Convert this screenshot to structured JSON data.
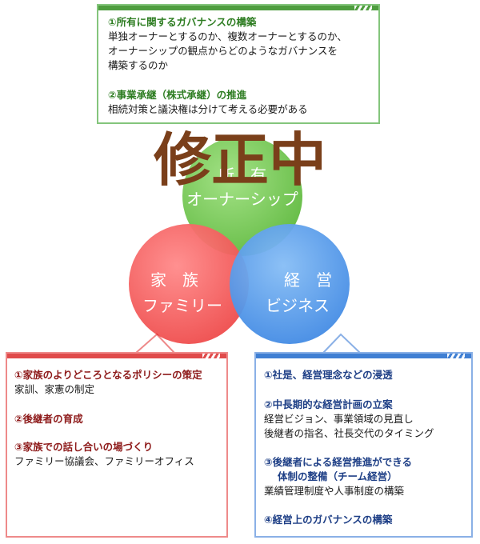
{
  "watermark": "修正中",
  "circles": {
    "top": {
      "line1": "所　有",
      "line2": "オーナーシップ",
      "color": "#6cc34a"
    },
    "left": {
      "line1": "家　族",
      "line2": "ファミリー",
      "color": "#f25a5a"
    },
    "right": {
      "line1": "経　営",
      "line2": "ビジネス",
      "color": "#4f98ea"
    }
  },
  "top_box": {
    "items": [
      {
        "heading": "①所有に関するガバナンスの構築",
        "lines": [
          "単独オーナーとするのか、複数オーナーとするのか、",
          "オーナーシップの観点からどのようなガバナンスを",
          "構築するのか"
        ]
      },
      {
        "heading": "②事業承継（株式承継）の推進",
        "lines": [
          "相続対策と議決権は分けて考える必要がある"
        ]
      }
    ]
  },
  "left_box": {
    "items": [
      {
        "heading": "①家族のよりどころとなるポリシーの策定",
        "lines": [
          "家訓、家憲の制定"
        ]
      },
      {
        "heading": "②後継者の育成",
        "lines": []
      },
      {
        "heading": "③家族での話し合いの場づくり",
        "lines": [
          "ファミリー協議会、ファミリーオフィス"
        ]
      }
    ]
  },
  "right_box": {
    "items": [
      {
        "heading": "①社是、経営理念などの浸透",
        "lines": []
      },
      {
        "heading": "②中長期的な経営計画の立案",
        "lines": [
          "経営ビジョン、事業領域の見直し",
          "後継者の指名、社長交代のタイミング"
        ]
      },
      {
        "heading": "③後継者による経営推進ができる",
        "heading2": "体制の整備（チーム経営）",
        "lines": [
          "業績管理制度や人事制度の構築"
        ]
      },
      {
        "heading": "④経営上のガバナンスの構築",
        "lines": []
      }
    ]
  }
}
